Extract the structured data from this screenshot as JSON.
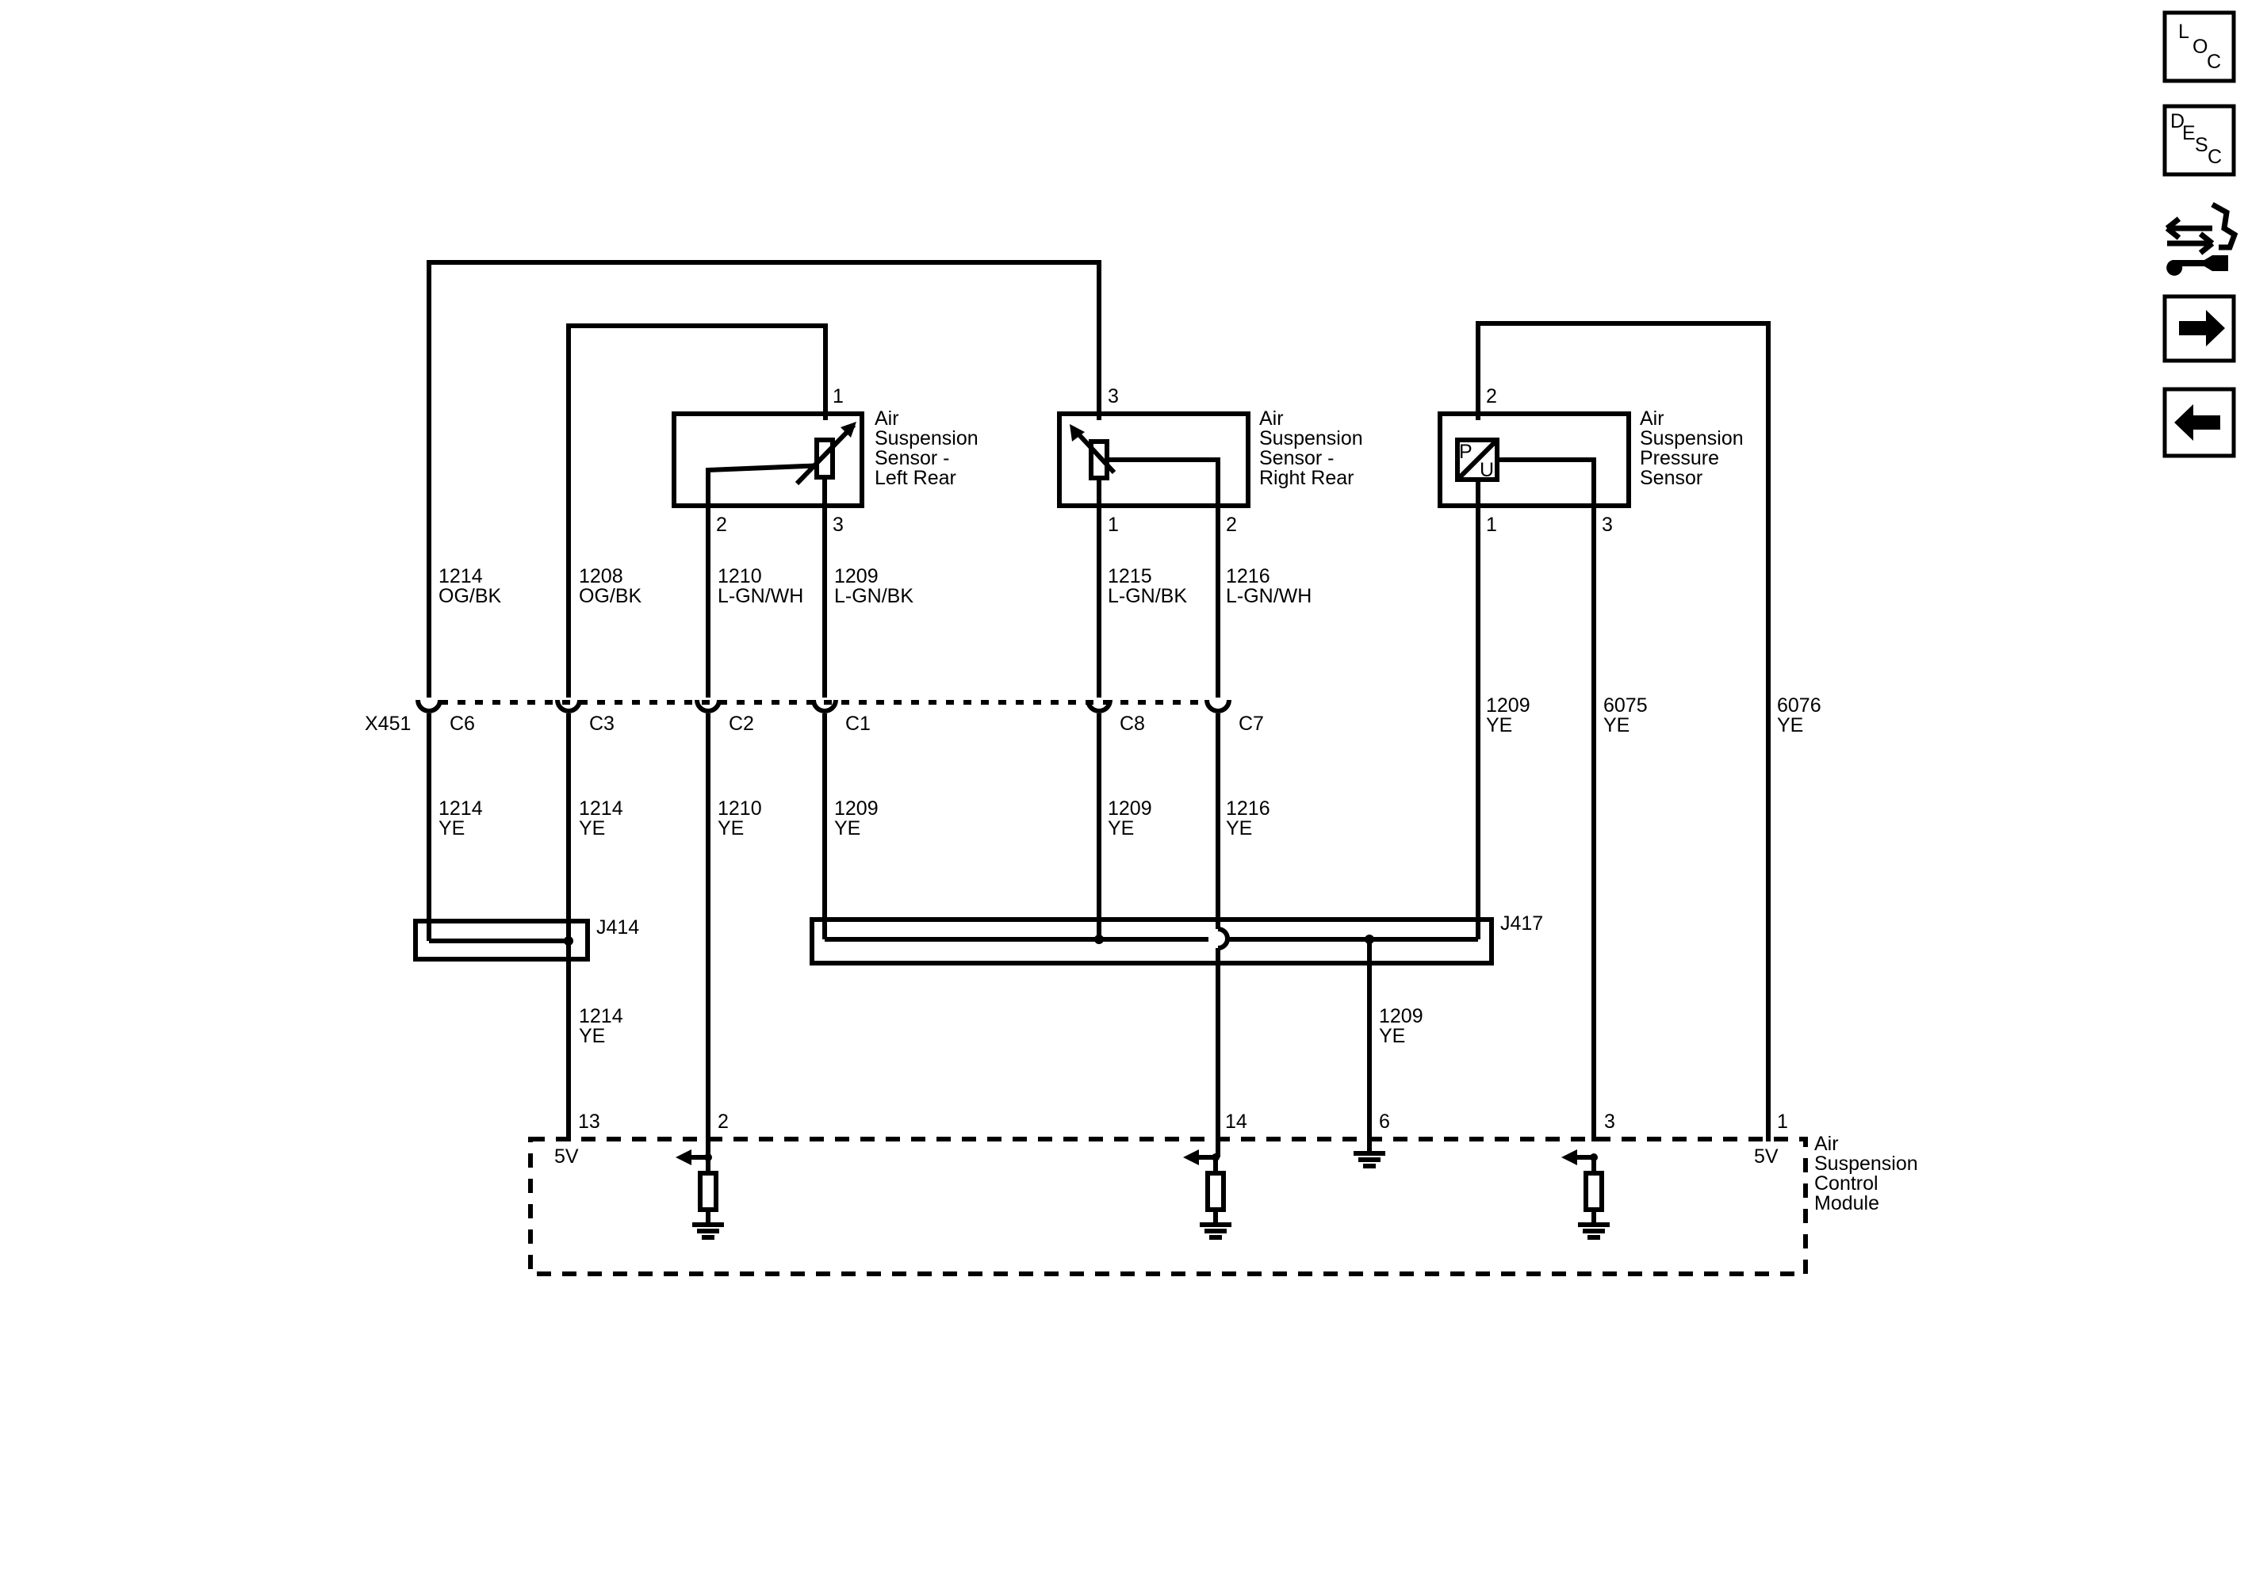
{
  "components": {
    "left_rear": {
      "line1": "Air",
      "line2": "Suspension",
      "line3": "Sensor -",
      "line4": "Left Rear",
      "pin_top": "1",
      "pin_a": "2",
      "pin_b": "3"
    },
    "right_rear": {
      "line1": "Air",
      "line2": "Suspension",
      "line3": "Sensor -",
      "line4": "Right Rear",
      "pin_top": "3",
      "pin_a": "1",
      "pin_b": "2"
    },
    "pressure": {
      "line1": "Air",
      "line2": "Suspension",
      "line3": "Pressure",
      "line4": "Sensor",
      "pin_top": "2",
      "pin_a": "1",
      "pin_b": "3",
      "symbol_p": "P",
      "symbol_u": "U"
    },
    "module": {
      "line1": "Air",
      "line2": "Suspension",
      "line3": "Control",
      "line4": "Module",
      "v_left": "5V",
      "v_right": "5V",
      "pins": {
        "p13": "13",
        "p2": "2",
        "p14": "14",
        "p6": "6",
        "p3": "3",
        "p1": "1"
      }
    }
  },
  "upper_wires": {
    "w1214": {
      "circuit": "1214",
      "color": "OG/BK"
    },
    "w1208": {
      "circuit": "1208",
      "color": "OG/BK"
    },
    "w1210": {
      "circuit": "1210",
      "color": "L-GN/WH"
    },
    "w1209": {
      "circuit": "1209",
      "color": "L-GN/BK"
    },
    "w1215": {
      "circuit": "1215",
      "color": "L-GN/BK"
    },
    "w1216": {
      "circuit": "1216",
      "color": "L-GN/WH"
    }
  },
  "right_wires": {
    "w1209": {
      "circuit": "1209",
      "color": "YE"
    },
    "w6075": {
      "circuit": "6075",
      "color": "YE"
    },
    "w6076": {
      "circuit": "6076",
      "color": "YE"
    }
  },
  "connector": {
    "name": "X451",
    "pins": {
      "c6": "C6",
      "c3": "C3",
      "c2": "C2",
      "c1": "C1",
      "c8": "C8",
      "c7": "C7"
    }
  },
  "lower_wires": {
    "a": {
      "circuit": "1214",
      "color": "YE"
    },
    "b": {
      "circuit": "1214",
      "color": "YE"
    },
    "c": {
      "circuit": "1210",
      "color": "YE"
    },
    "d": {
      "circuit": "1209",
      "color": "YE"
    },
    "e": {
      "circuit": "1209",
      "color": "YE"
    },
    "f": {
      "circuit": "1216",
      "color": "YE"
    }
  },
  "splices": {
    "j414": "J414",
    "j417": "J417"
  },
  "bottom_wires": {
    "a": {
      "circuit": "1214",
      "color": "YE"
    },
    "b": {
      "circuit": "1209",
      "color": "YE"
    }
  },
  "nav": {
    "loc": {
      "l1": "L",
      "l2": "O",
      "l3": "C"
    },
    "desc": {
      "l1": "D",
      "l2": "E",
      "l3": "S",
      "l4": "C"
    }
  }
}
